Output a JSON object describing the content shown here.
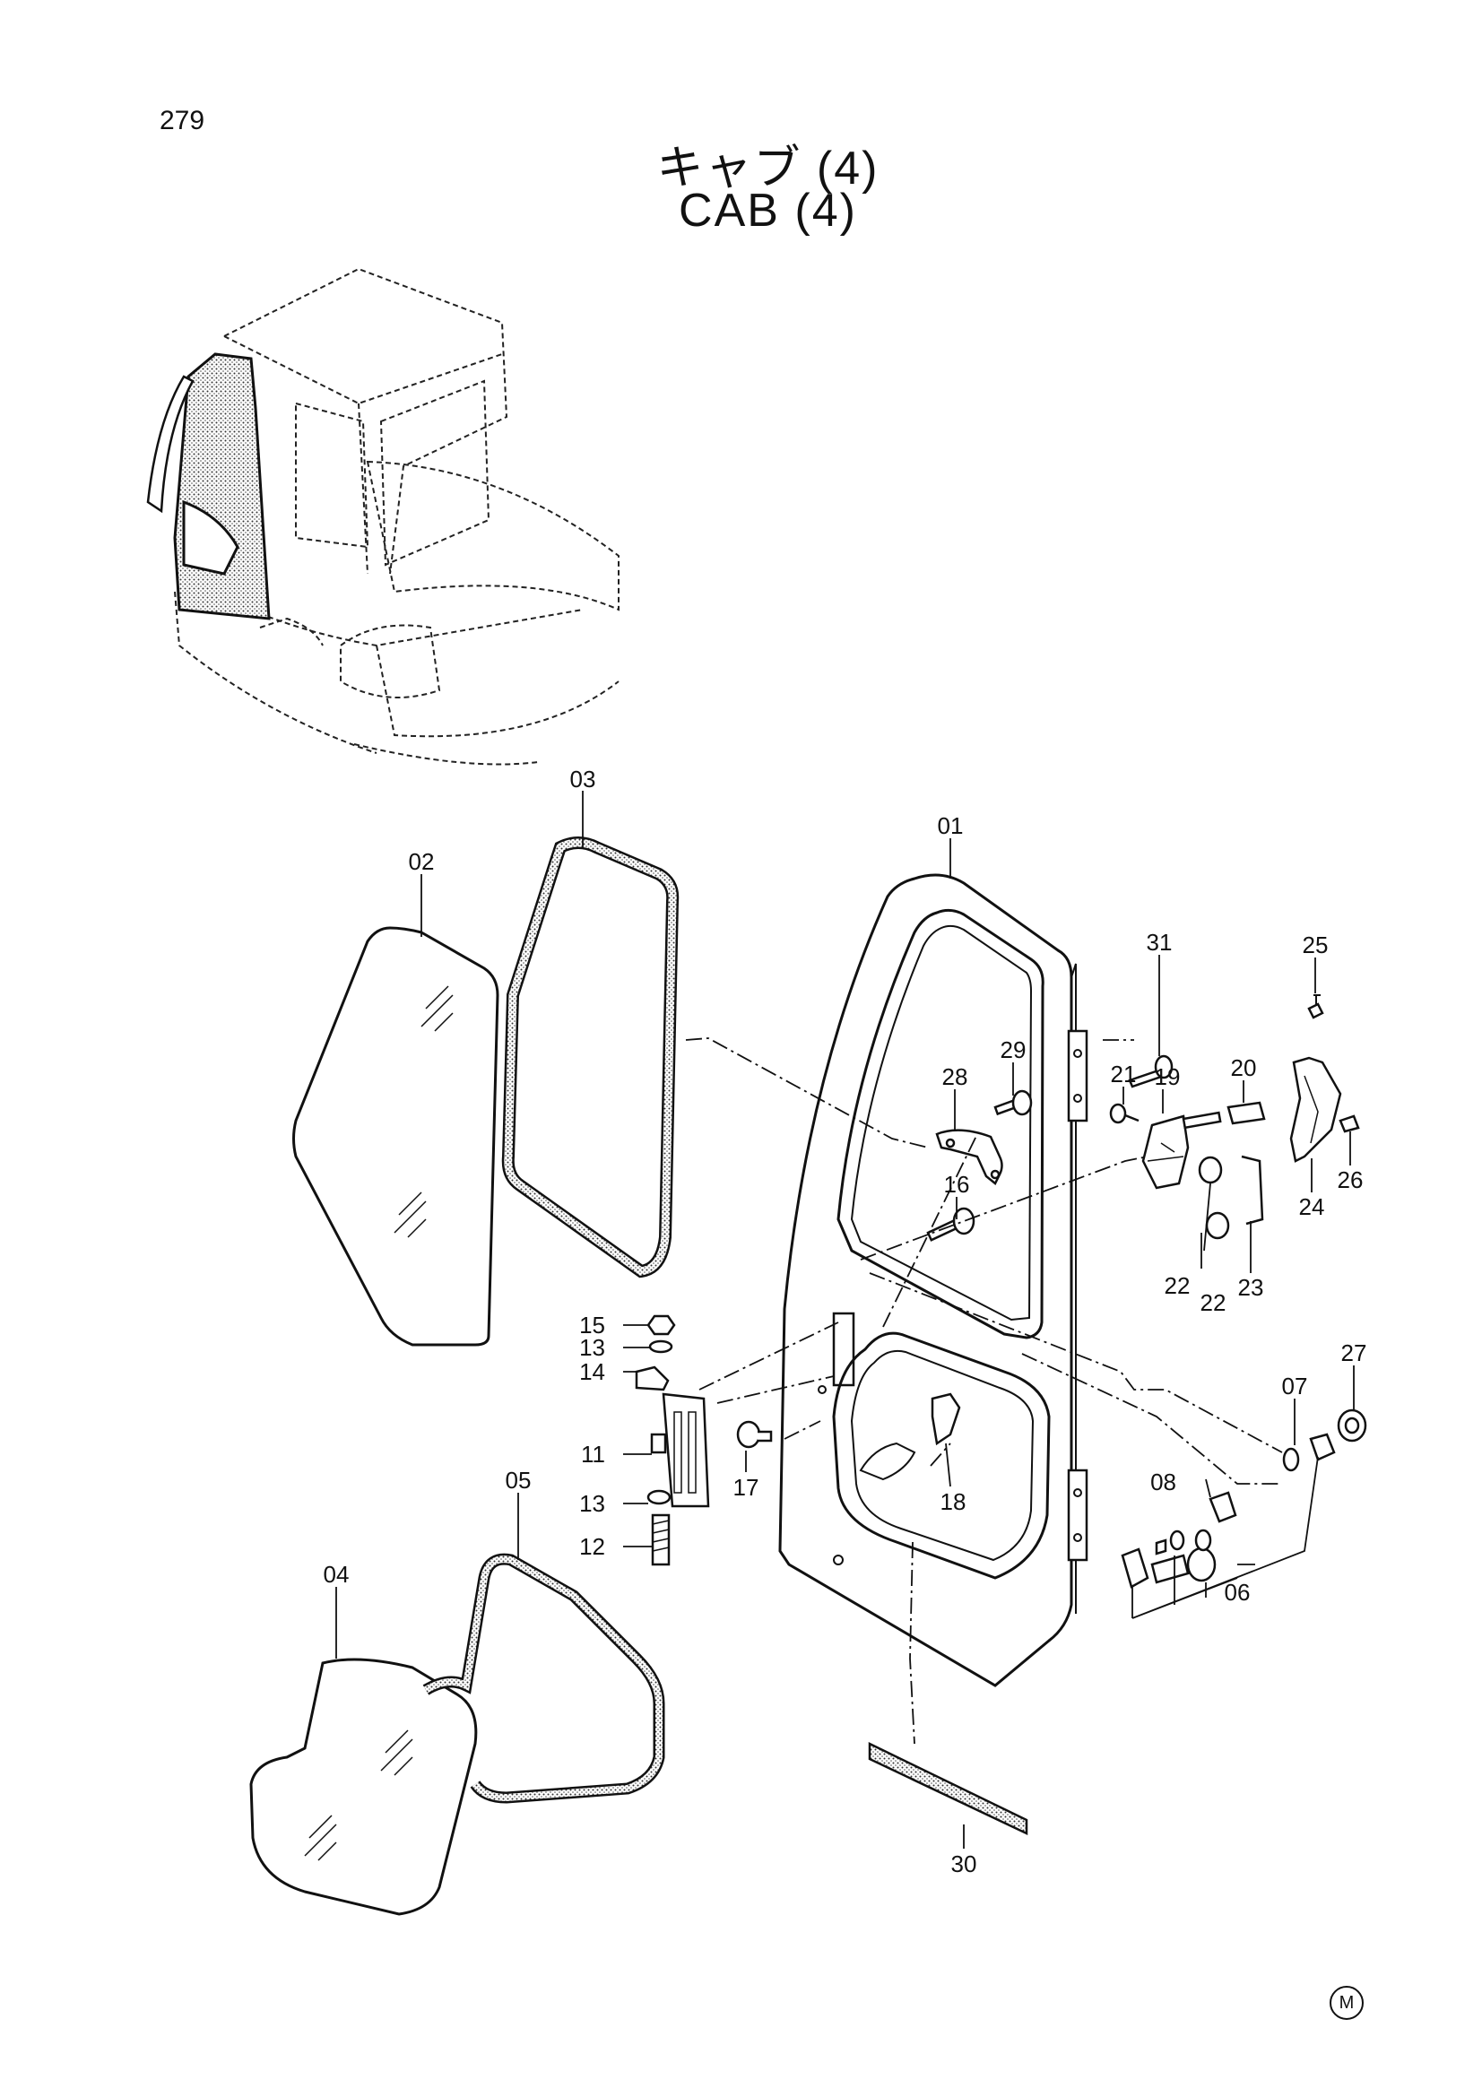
{
  "page": {
    "number": "279",
    "mark": "M"
  },
  "title": {
    "jp": "キャブ (4)",
    "en": "CAB (4)"
  },
  "parts": [
    {
      "id": "p01",
      "num": "01"
    },
    {
      "id": "p02",
      "num": "02"
    },
    {
      "id": "p03",
      "num": "03"
    },
    {
      "id": "p04",
      "num": "04"
    },
    {
      "id": "p05",
      "num": "05"
    },
    {
      "id": "p06",
      "num": "06"
    },
    {
      "id": "p07",
      "num": "07"
    },
    {
      "id": "p08",
      "num": "08"
    },
    {
      "id": "p11",
      "num": "11"
    },
    {
      "id": "p12",
      "num": "12"
    },
    {
      "id": "p13a",
      "num": "13"
    },
    {
      "id": "p13b",
      "num": "13"
    },
    {
      "id": "p14",
      "num": "14"
    },
    {
      "id": "p15",
      "num": "15"
    },
    {
      "id": "p16",
      "num": "16"
    },
    {
      "id": "p17",
      "num": "17"
    },
    {
      "id": "p18",
      "num": "18"
    },
    {
      "id": "p19",
      "num": "19"
    },
    {
      "id": "p20",
      "num": "20"
    },
    {
      "id": "p21",
      "num": "21"
    },
    {
      "id": "p22a",
      "num": "22"
    },
    {
      "id": "p22b",
      "num": "22"
    },
    {
      "id": "p23",
      "num": "23"
    },
    {
      "id": "p24",
      "num": "24"
    },
    {
      "id": "p25",
      "num": "25"
    },
    {
      "id": "p26",
      "num": "26"
    },
    {
      "id": "p27",
      "num": "27"
    },
    {
      "id": "p28",
      "num": "28"
    },
    {
      "id": "p29",
      "num": "29"
    },
    {
      "id": "p30",
      "num": "30"
    },
    {
      "id": "p31",
      "num": "31"
    }
  ]
}
